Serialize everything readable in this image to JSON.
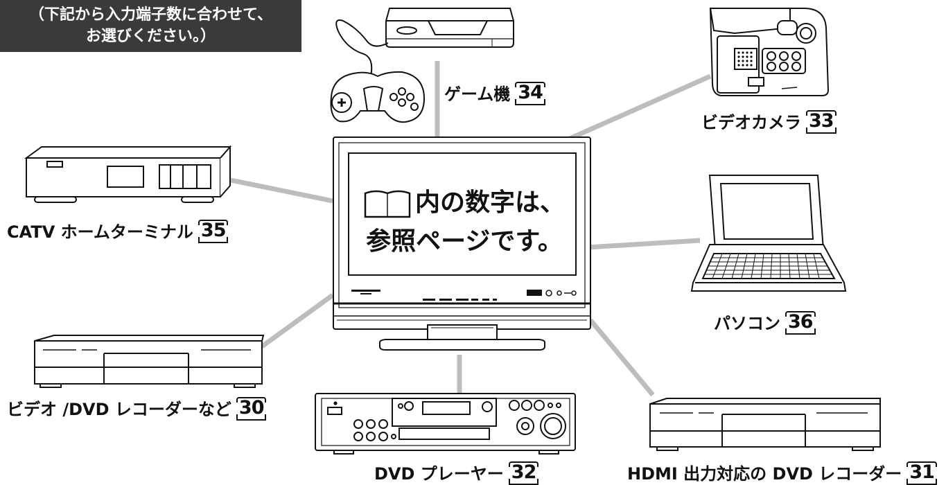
{
  "note": {
    "line1": "（下記から入力端子数に合わせて、",
    "line2": "お選びください。）"
  },
  "screen": {
    "line1": "内の数字は、",
    "line2": "参照ページです。"
  },
  "devices": {
    "game": {
      "label": "ゲーム機",
      "page": "34"
    },
    "camera": {
      "label": "ビデオカメラ",
      "page": "33"
    },
    "catv": {
      "label": "CATV ホームターミナル",
      "page": "35"
    },
    "pc": {
      "label": "パソコン",
      "page": "36"
    },
    "recorder": {
      "label": "ビデオ /DVD レコーダーなど",
      "page": "30"
    },
    "player": {
      "label": "DVD プレーヤー",
      "page": "32"
    },
    "hdmi": {
      "label": "HDMI 出力対応の DVD レコーダー",
      "page": "31"
    }
  },
  "colors": {
    "line": "#bdbdbd",
    "note_bg": "#3a3a3a",
    "outline": "#111111"
  },
  "icons": [
    "book-icon",
    "tv",
    "game-console",
    "game-controller",
    "video-camera",
    "catv-box",
    "laptop",
    "vcr",
    "dvd-player",
    "dvd-recorder"
  ]
}
